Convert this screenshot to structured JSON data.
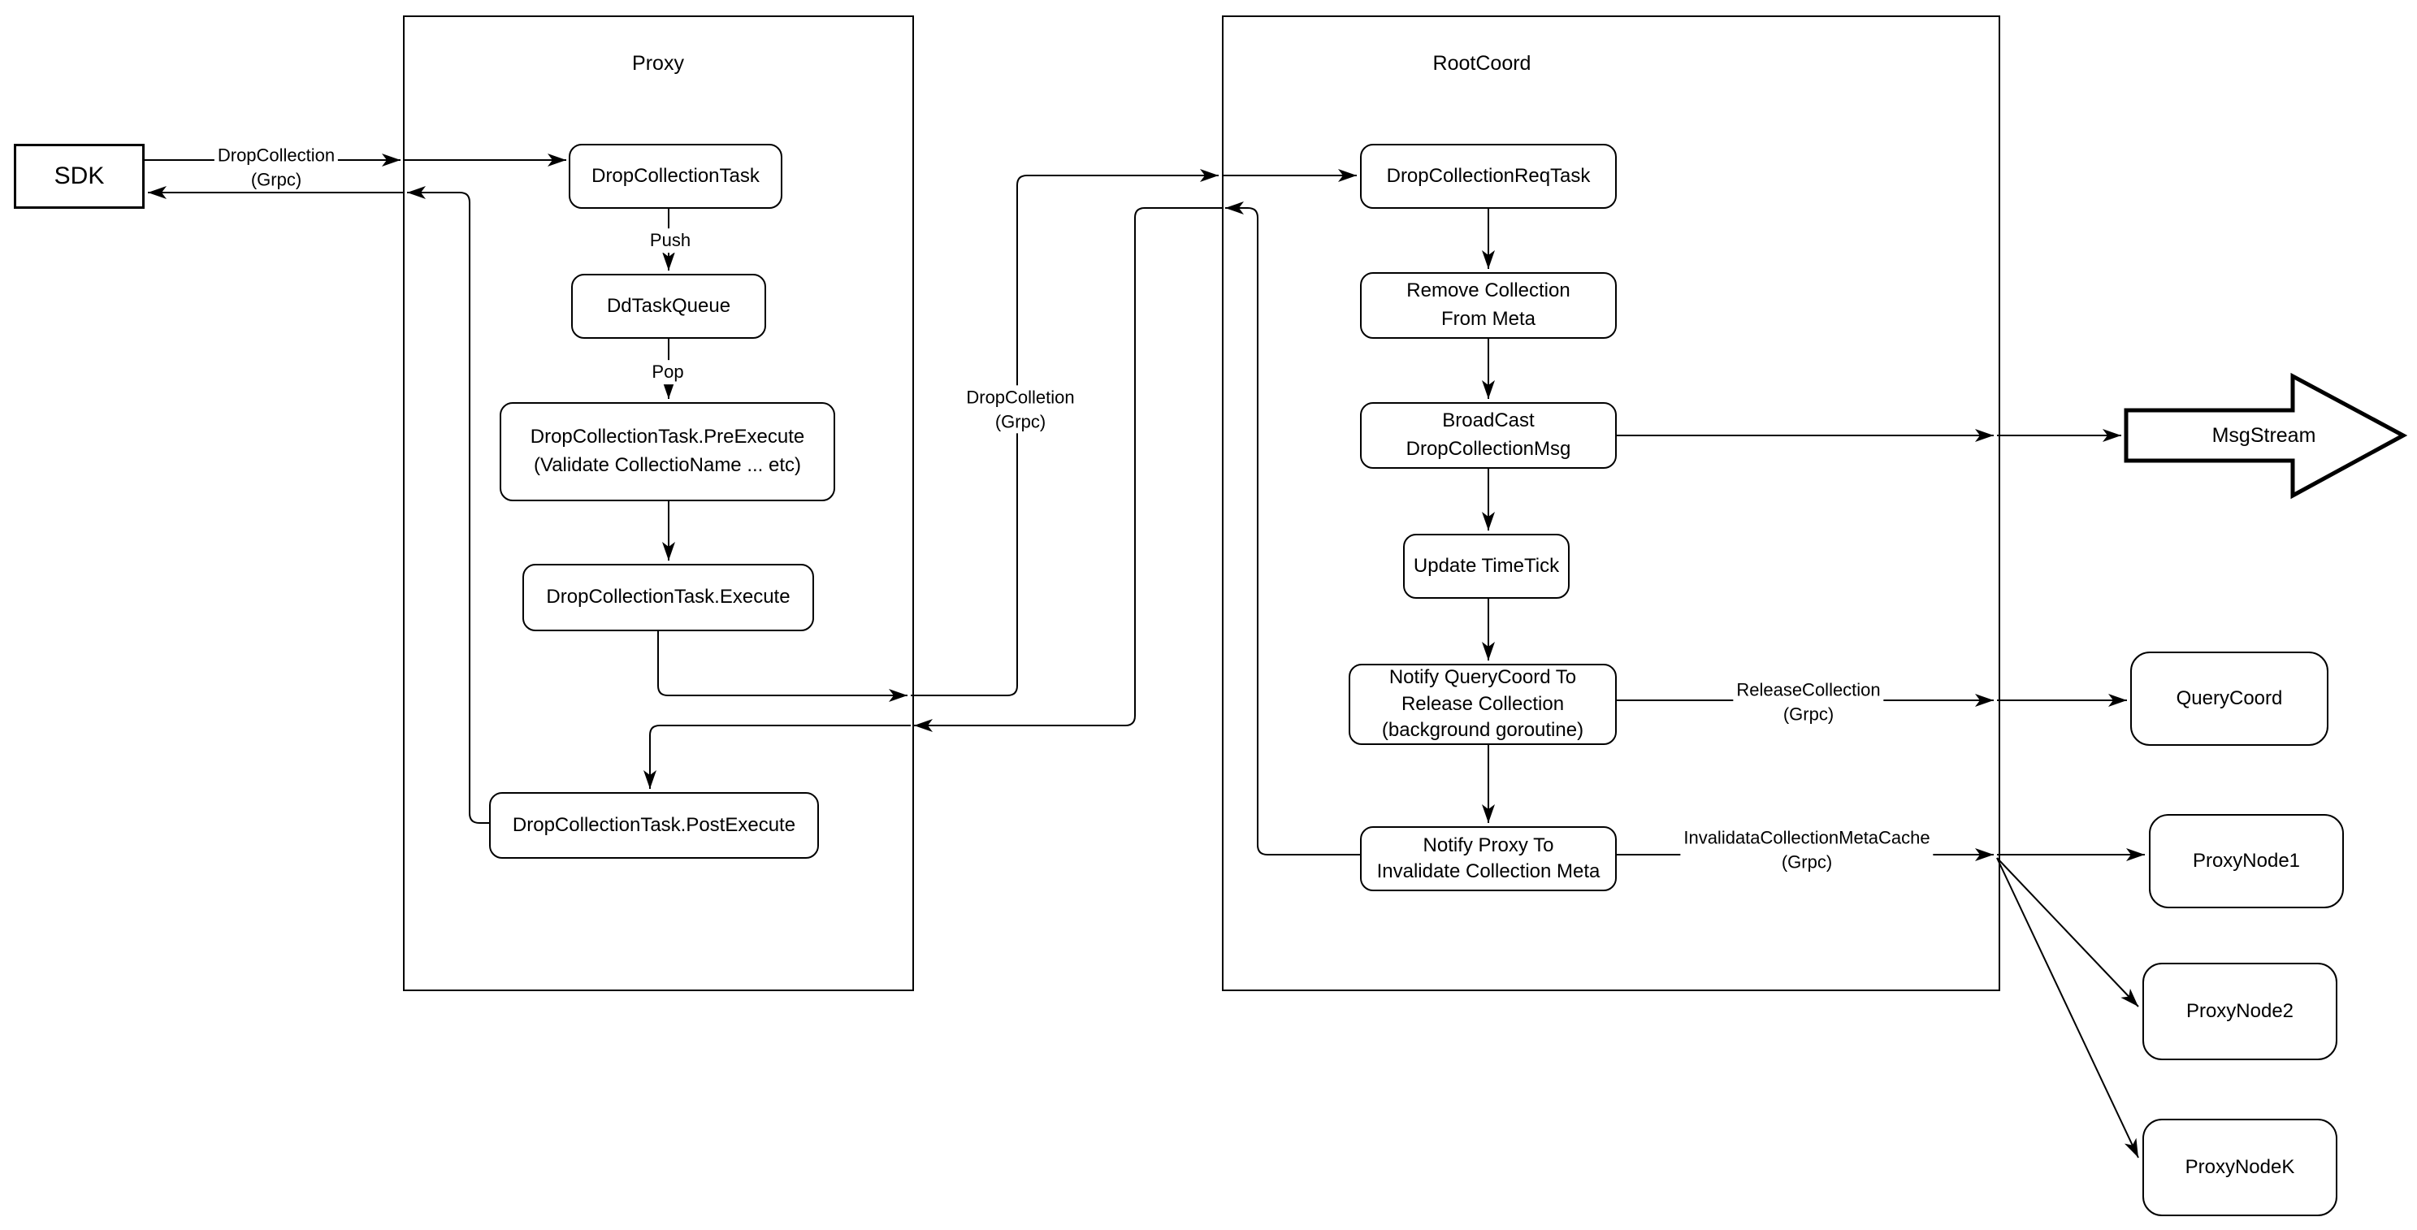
{
  "diagram": {
    "containers": {
      "proxy": {
        "title": "Proxy"
      },
      "rootcoord": {
        "title": "RootCoord"
      }
    },
    "nodes": {
      "sdk": "SDK",
      "drop_collection_task": "DropCollectionTask",
      "dd_task_queue": "DdTaskQueue",
      "pre_execute": "DropCollectionTask.PreExecute\n(Validate CollectioName ... etc)",
      "execute": "DropCollectionTask.Execute",
      "post_execute": "DropCollectionTask.PostExecute",
      "req_task": "DropCollectionReqTask",
      "remove_meta": "Remove Collection\nFrom Meta",
      "broadcast": "BroadCast\nDropCollectionMsg",
      "update_timetick": "Update TimeTick",
      "notify_querycoord": "Notify QueryCoord To\nRelease Collection\n(background goroutine)",
      "notify_proxy": "Notify Proxy To\nInvalidate Collection Meta",
      "msgstream": "MsgStream",
      "querycoord": "QueryCoord",
      "proxynode1": "ProxyNode1",
      "proxynode2": "ProxyNode2",
      "proxynodek": "ProxyNodeK"
    },
    "edge_labels": {
      "sdk_grpc": "DropCollection\n(Grpc)",
      "push": "Push",
      "pop": "Pop",
      "proxy_grpc": "DropColletion\n(Grpc)",
      "release": "ReleaseCollection\n(Grpc)",
      "invalidate": "InvalidataCollectionMetaCache\n(Grpc)"
    },
    "colors": {
      "stroke": "#000000",
      "fill": "#ffffff"
    }
  }
}
